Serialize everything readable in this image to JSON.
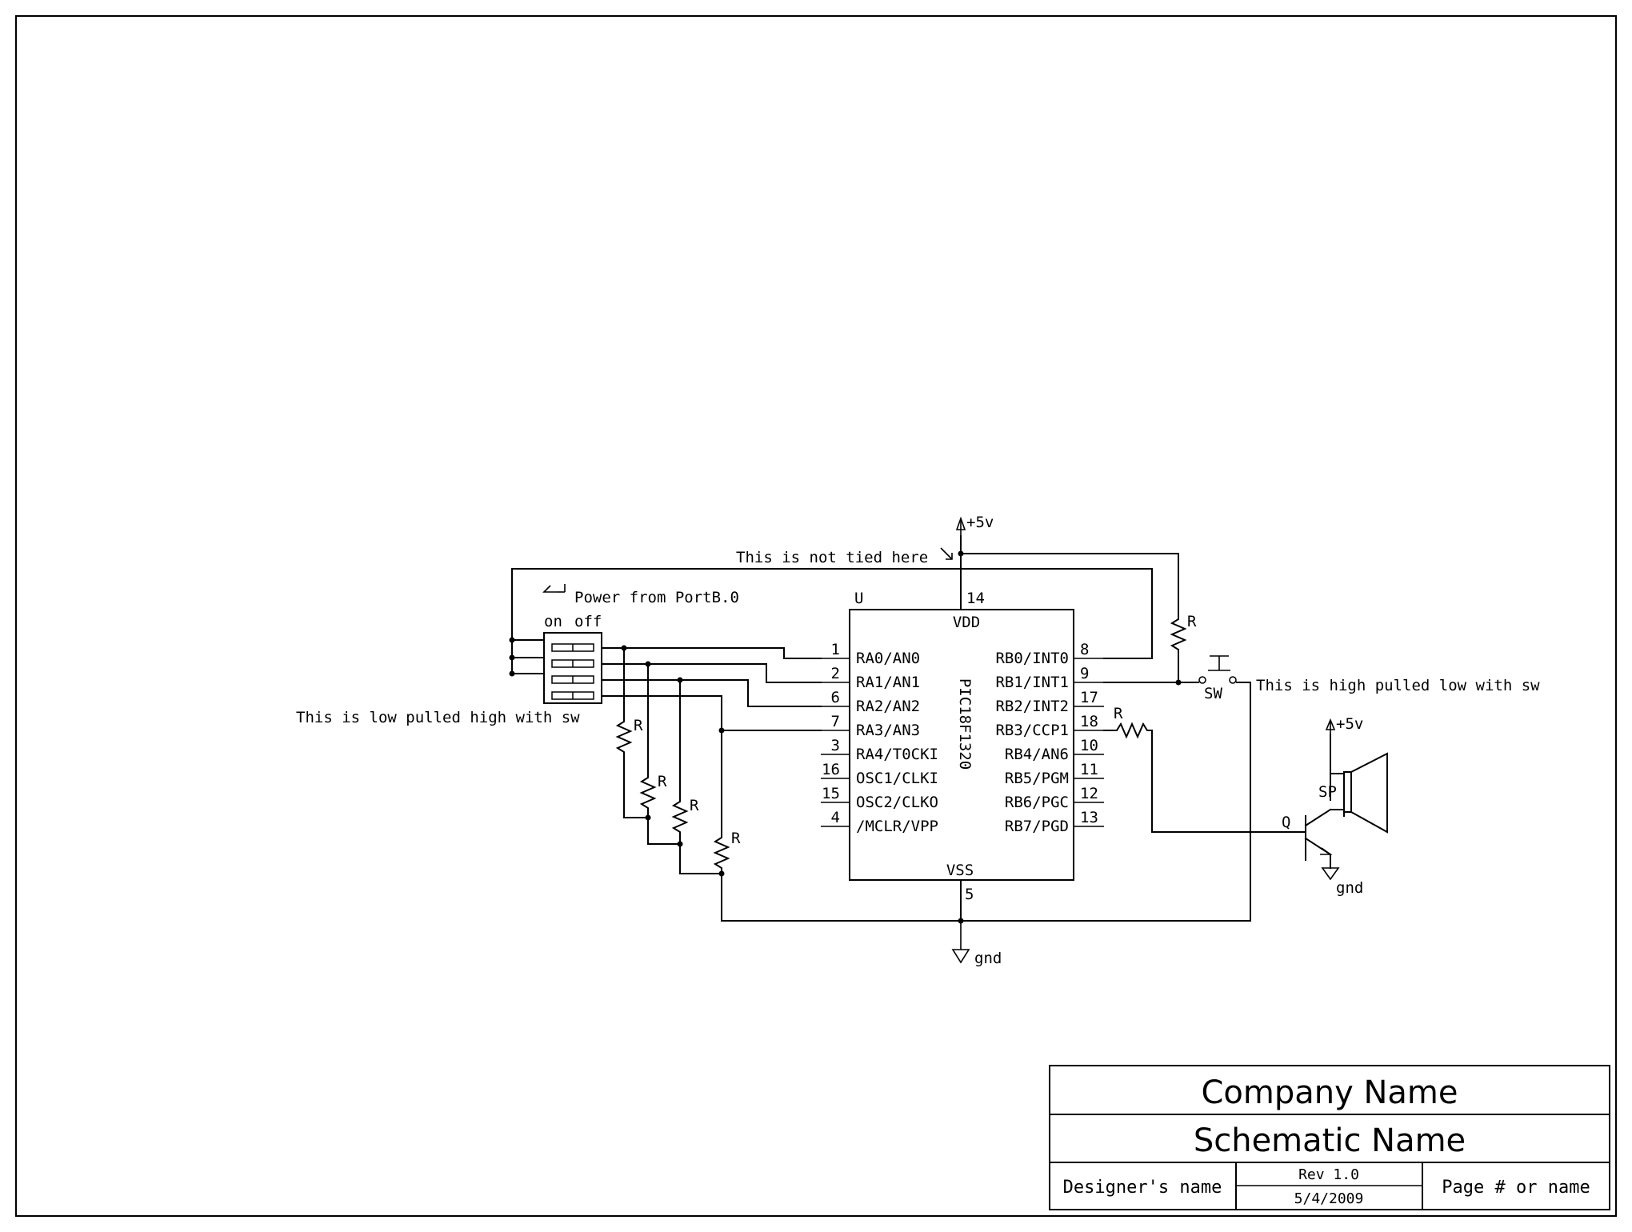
{
  "power": {
    "vcc_label": "+5v",
    "gnd_label": "gnd",
    "speaker_vcc_label": "+5v",
    "transistor_gnd_label": "gnd"
  },
  "ic": {
    "refdes": "U",
    "part": "PIC18F1320",
    "vdd": "VDD",
    "vss": "VSS",
    "vdd_pin": "14",
    "vss_pin": "5",
    "left_pins": [
      {
        "num": "1",
        "name": "RA0/AN0"
      },
      {
        "num": "2",
        "name": "RA1/AN1"
      },
      {
        "num": "6",
        "name": "RA2/AN2"
      },
      {
        "num": "7",
        "name": "RA3/AN3"
      },
      {
        "num": "3",
        "name": "RA4/T0CKI"
      },
      {
        "num": "16",
        "name": "OSC1/CLKI"
      },
      {
        "num": "15",
        "name": "OSC2/CLKO"
      },
      {
        "num": "4",
        "name": "/MCLR/VPP"
      }
    ],
    "right_pins": [
      {
        "num": "8",
        "name": "RB0/INT0"
      },
      {
        "num": "9",
        "name": "RB1/INT1"
      },
      {
        "num": "17",
        "name": "RB2/INT2"
      },
      {
        "num": "18",
        "name": "RB3/CCP1"
      },
      {
        "num": "10",
        "name": "RB4/AN6"
      },
      {
        "num": "11",
        "name": "RB5/PGM"
      },
      {
        "num": "12",
        "name": "RB6/PGC"
      },
      {
        "num": "13",
        "name": "RB7/PGD"
      }
    ]
  },
  "dip_switch": {
    "on_label": "on",
    "off_label": "off"
  },
  "resistors": {
    "r1": "R",
    "r2": "R",
    "r3": "R",
    "r4": "R",
    "r_pullup": "R",
    "r_base": "R"
  },
  "switch": {
    "label": "SW"
  },
  "transistor": {
    "label": "Q"
  },
  "speaker": {
    "label": "SP"
  },
  "notes": {
    "not_tied": "This is not tied here",
    "power_portb": "Power from PortB.0",
    "low_pulled_high": "This is low pulled high with sw",
    "high_pulled_low": "This is high pulled low with sw"
  },
  "title_block": {
    "company": "Company Name",
    "schematic": "Schematic Name",
    "designer": "Designer's name",
    "rev": "Rev 1.0",
    "date": "5/4/2009",
    "page": "Page # or name"
  }
}
